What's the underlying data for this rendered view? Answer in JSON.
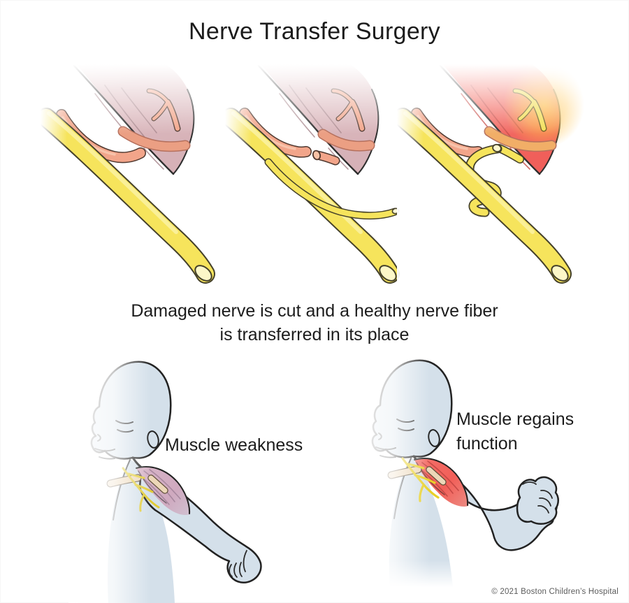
{
  "title": "Nerve Transfer Surgery",
  "caption": {
    "line1": "Damaged nerve is cut and a healthy nerve fiber",
    "line2": "is transferred in its place"
  },
  "labels": {
    "muscle_weakness": "Muscle weakness",
    "muscle_regains_line1": "Muscle regains",
    "muscle_regains_line2": "function"
  },
  "footer": {
    "copyright": "© 2021 Boston Children’s Hospital"
  },
  "figures": {
    "step_icons": [
      "damaged-nerve-attached-illustration",
      "damaged-nerve-cut-illustration",
      "nerve-transferred-illustration"
    ],
    "baby_icons": [
      "baby-weak-arm-illustration",
      "baby-flexed-arm-illustration"
    ]
  },
  "colors": {
    "healthy_nerve_yellow": "#f6e45c",
    "nerve_highlight": "#fbf19e",
    "damaged_nerve_salmon": "#f2a58a",
    "weak_muscle_pink": "#dcb7bc",
    "active_muscle_red": "#f2625c",
    "reconnect_glow_orange": "#ffc24a",
    "baby_skin_blue": "#d4e0ea",
    "bone_beige": "#ecd7b8",
    "outline": "#2a2a2a",
    "text": "#1c1c1c",
    "copyright_text": "#5c5c5c"
  }
}
